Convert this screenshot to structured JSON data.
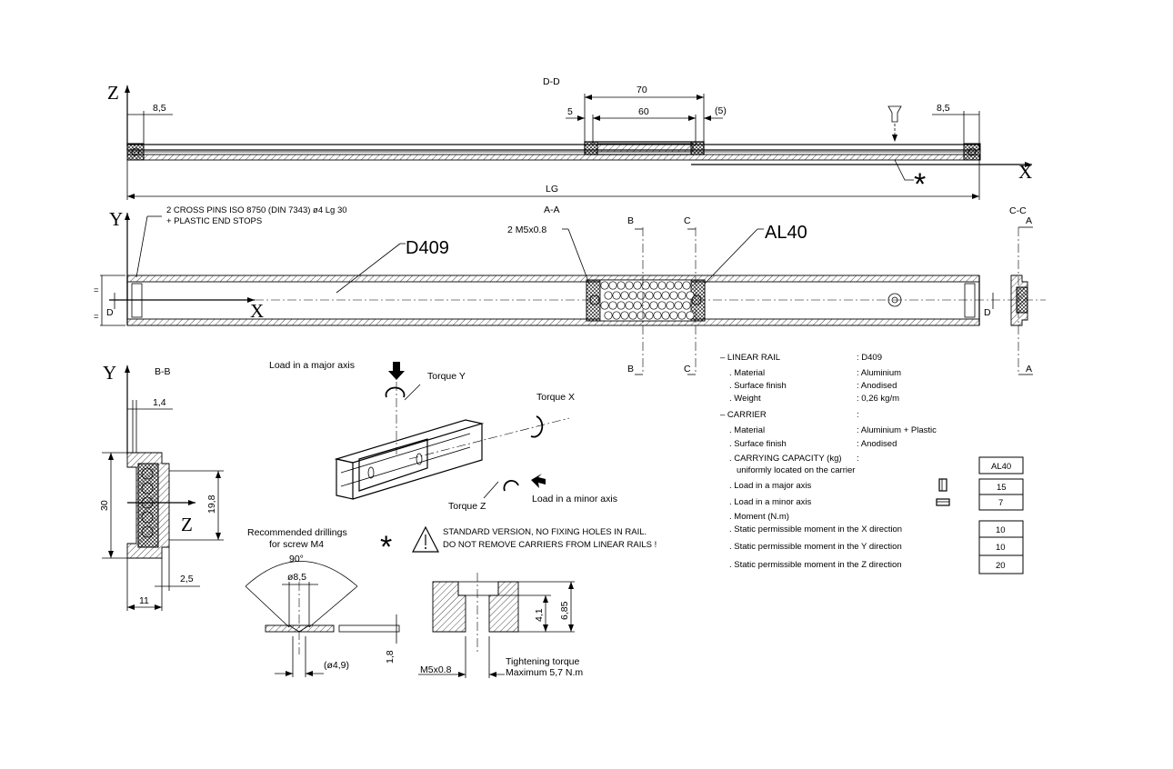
{
  "views": {
    "dd_label": "D-D",
    "aa_label": "A-A",
    "cc_label": "C-C",
    "bb_label": "B-B",
    "section_b": "B",
    "section_c": "C",
    "section_a": "A"
  },
  "axes": {
    "x": "X",
    "y": "Y",
    "z": "Z"
  },
  "top_view": {
    "dim_70": "70",
    "dim_60": "60",
    "dim_5": "5",
    "dim_5p": "(5)",
    "dim_85_left": "8,5",
    "dim_85_right": "8,5",
    "dim_lg": "LG",
    "star": "*"
  },
  "rail_view": {
    "pins_line1": "2 CROSS PINS ISO 8750 (DIN 7343) ø4 Lg 30",
    "pins_line2": "+ PLASTIC END STOPS",
    "rail_code": "D409",
    "carrier_code": "AL40",
    "screws": "2 M5x0.8",
    "eq": "=",
    "d": "D"
  },
  "section_bb": {
    "dim_14": "1,4",
    "dim_30": "30",
    "dim_198": "19,8",
    "dim_25": "2,5",
    "dim_11": "11"
  },
  "loads": {
    "major_axis": "Load in a major axis",
    "minor_axis": "Load in a minor axis",
    "torque_x": "Torque X",
    "torque_y": "Torque Y",
    "torque_z": "Torque Z"
  },
  "drilling": {
    "title_line1": "Recommended drillings",
    "title_line2": "for screw M4",
    "angle": "90°",
    "dia_85": "ø8,5",
    "dia_49": "(ø4,9)",
    "depth_18": "1,8"
  },
  "warning": {
    "line1": "STANDARD VERSION, NO FIXING HOLES IN RAIL.",
    "line2": "DO NOT REMOVE CARRIERS FROM LINEAR RAILS !"
  },
  "counterbore": {
    "dim_41": "4,1",
    "dim_685": "6,85",
    "thread": "M5x0.8",
    "torque_line1": "Tightening torque",
    "torque_line2": "Maximum 5,7 N.m"
  },
  "specs": {
    "linear_rail_label": "– LINEAR RAIL",
    "linear_rail_value": ": D409",
    "rail_material_label": ". Material",
    "rail_material_value": ": Aluminium",
    "rail_finish_label": ". Surface finish",
    "rail_finish_value": ": Anodised",
    "rail_weight_label": ". Weight",
    "rail_weight_value": ": 0,26 kg/m",
    "carrier_label": "– CARRIER",
    "carrier_value": ":",
    "carrier_material_label": ". Material",
    "carrier_material_value": ": Aluminium + Plastic",
    "carrier_finish_label": ". Surface finish",
    "carrier_finish_value": ": Anodised",
    "capacity_label": ". CARRYING CAPACITY (kg)",
    "capacity_colon": ":",
    "capacity_sub": "uniformly located on the carrier",
    "major_label": ". Load in a major axis",
    "minor_label": ". Load in a minor axis",
    "moment_label": ". Moment (N.m)",
    "mx_label": ". Static permissible moment in the X direction",
    "my_label": ". Static permissible moment in the Y direction",
    "mz_label": ". Static permissible moment in the Z direction"
  },
  "table": {
    "header": "AL40",
    "major": "15",
    "minor": "7",
    "mx": "10",
    "my": "10",
    "mz": "20"
  }
}
